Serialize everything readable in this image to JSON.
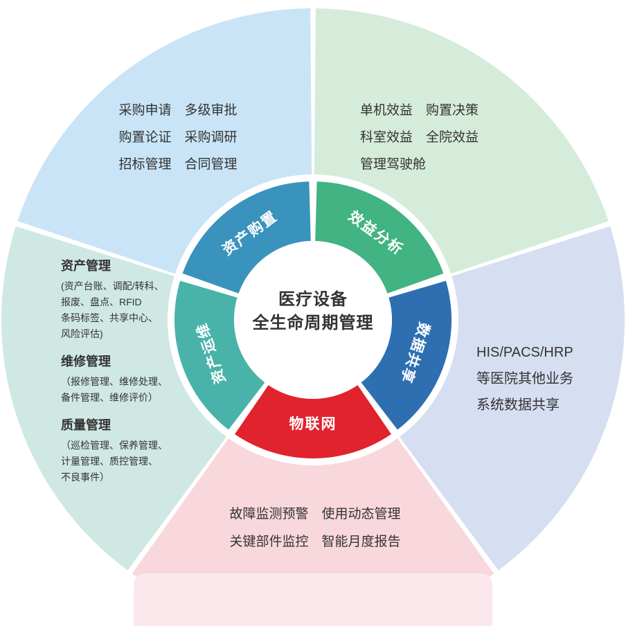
{
  "center": {
    "line1": "医疗设备",
    "line2": "全生命周期管理"
  },
  "colors": {
    "panel_text": "#333333",
    "center_text": "#333333",
    "ring_label_text": "#ffffff",
    "iot_band": "#fae8ec"
  },
  "segments": [
    {
      "id": "benefit-analysis",
      "label": "效益分析",
      "start": 0,
      "end": 72,
      "arc_color": "#42b383",
      "sector_color": "#d6ecda",
      "label_rotation": 36,
      "label_radius": 155
    },
    {
      "id": "data-sharing",
      "label": "数据共享",
      "start": 72,
      "end": 144,
      "arc_color": "#2e6fb2",
      "sector_color": "#d6def1",
      "label_rotation": 108,
      "label_radius": 155
    },
    {
      "id": "iot",
      "label": "物联网",
      "start": 144,
      "end": 216,
      "arc_color": "#e0232d",
      "sector_color": "#f8d8dc",
      "label_rotation": 0,
      "label_radius": 150
    },
    {
      "id": "asset-operation",
      "label": "资产运维",
      "start": 216,
      "end": 288,
      "arc_color": "#49b3a9",
      "sector_color": "#cfe8e3",
      "label_rotation": -108,
      "label_radius": 155
    },
    {
      "id": "asset-purchase",
      "label": "资产购置",
      "start": 288,
      "end": 360,
      "arc_color": "#3a93bc",
      "sector_color": "#c9e4f6",
      "label_rotation": -36,
      "label_radius": 155
    }
  ],
  "panels": {
    "purchase": {
      "lines": [
        "采购申请　多级审批",
        "购置论证　采购调研",
        "招标管理　合同管理"
      ]
    },
    "benefit": {
      "lines": [
        "单机效益　购置决策",
        "科室效益　全院效益",
        "管理驾驶舱"
      ]
    },
    "data": {
      "lines": [
        "HIS/PACS/HRP",
        "等医院其他业务",
        "系统数据共享"
      ]
    },
    "iot": {
      "lines": [
        "故障监测预警　使用动态管理",
        "关键部件监控　智能月度报告"
      ]
    },
    "ops": {
      "groups": [
        {
          "title": "资产管理",
          "details": [
            "(资产台账、调配/转科、",
            "报废、盘点、RFID",
            "条码标签、共享中心、",
            "风险评估)"
          ]
        },
        {
          "title": "维修管理",
          "details": [
            "（报修管理、维修处理、",
            "备件管理、维修评价）"
          ]
        },
        {
          "title": "质量管理",
          "details": [
            "（巡检管理、保养管理、",
            "计量管理、质控管理、",
            "不良事件）"
          ]
        }
      ]
    }
  }
}
